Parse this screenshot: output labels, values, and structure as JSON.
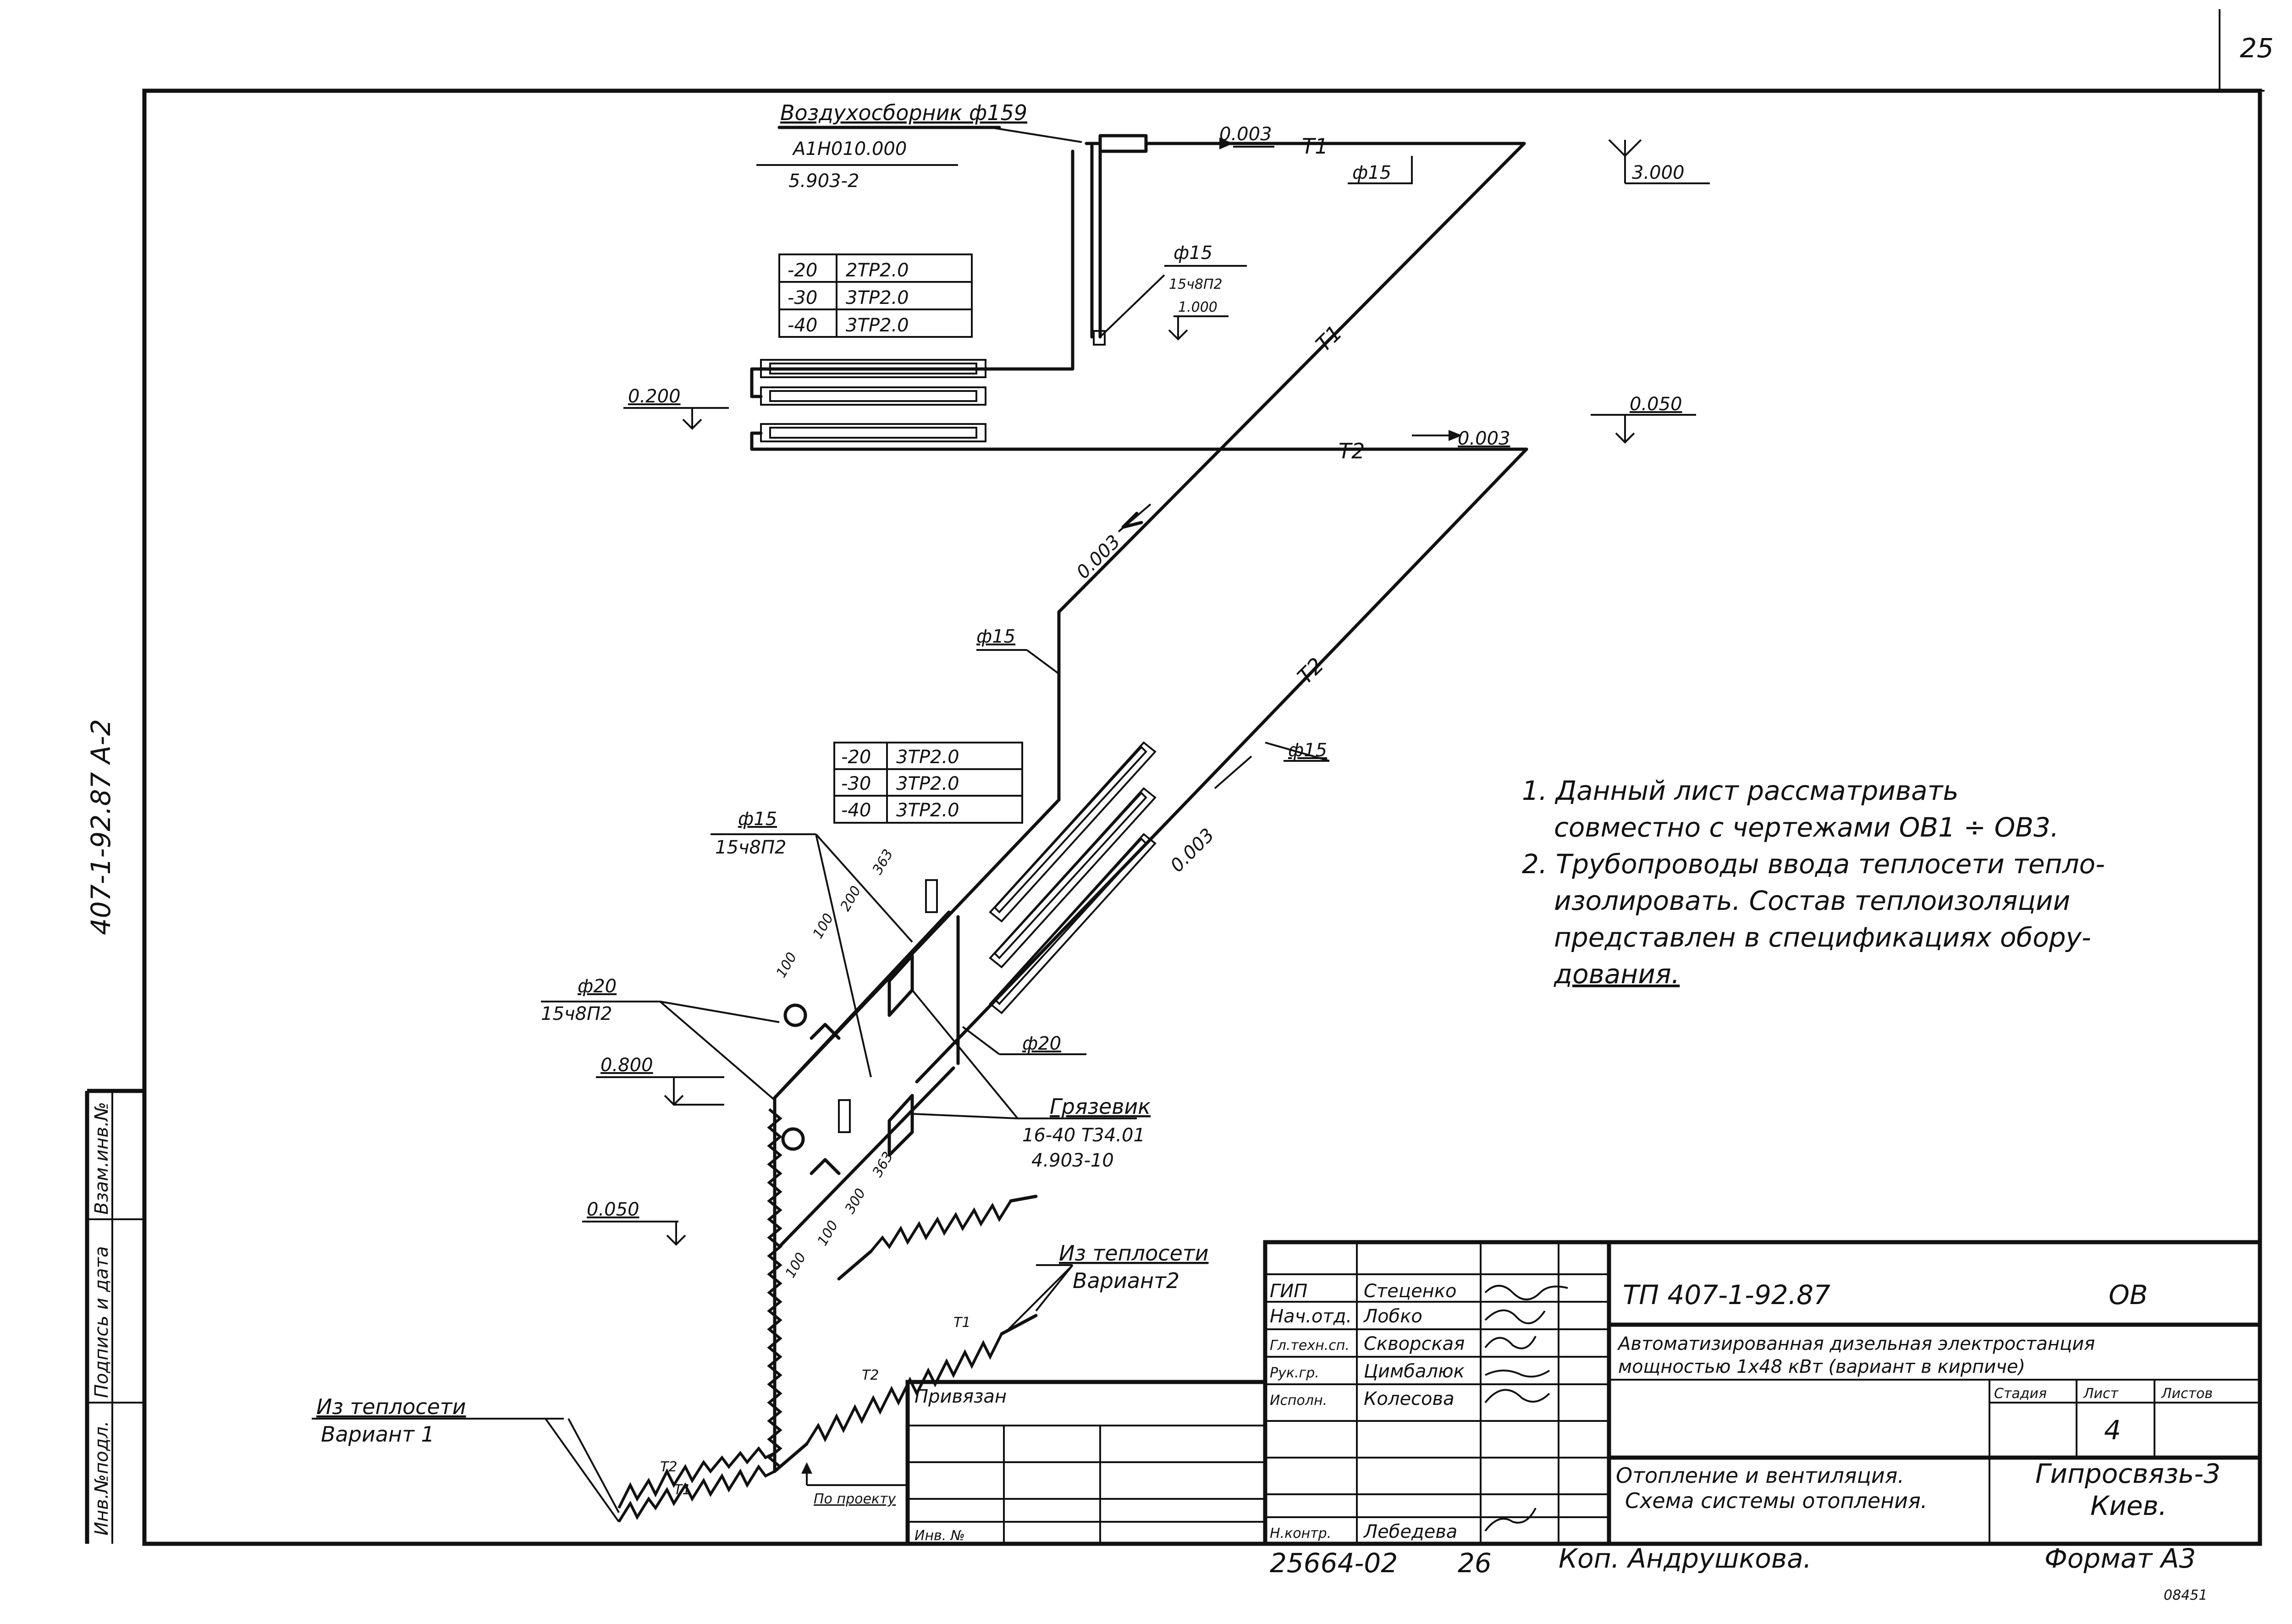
{
  "page": {
    "sheet_corner": "25",
    "doc_side": "407-1-92.87   А-2",
    "side_cells": [
      "Инв.№подл.",
      "Подпись и дата",
      "Взам.инв.№"
    ]
  },
  "labels": {
    "air_collector": "Воздухосборник ф159",
    "air_code1": "А1Н010.000",
    "air_code2": "5.903-2",
    "slope_top": "0.003",
    "t1": "Т1",
    "t2": "Т2",
    "d15": "ф15",
    "d20": "ф20",
    "mark_3000": "3.000",
    "valve_d15": "ф15",
    "valve_code": "15ч8П2",
    "mark_1000": "1.000",
    "mark_0200": "0.200",
    "mark_0050_top": "0.050",
    "slope_t2": "0.003",
    "slope_diag": "0.003",
    "mark_0800": "0.800",
    "mark_0050_low": "0.050",
    "dirt_trap": "Грязевик",
    "dirt_code1": "16-40 Т34.01",
    "dirt_code2": "4.903-10",
    "valve2_d": "ф15",
    "valve2_code": "15ч8П2",
    "valve3_d": "ф20",
    "valve3_code": "15ч8П2",
    "dims_up": [
      "100",
      "100",
      "200",
      "363"
    ],
    "dims_low": [
      "100",
      "100",
      "300",
      "363"
    ],
    "from_network2": "Из теплосети",
    "variant2": "Вариант2",
    "from_network1": "Из теплосети",
    "variant1": "Вариант 1",
    "to_project": "По проекту"
  },
  "radiator_tables": [
    [
      [
        "-20",
        "2ТР2.0"
      ],
      [
        "-30",
        "3ТР2.0"
      ],
      [
        "-40",
        "3ТР2.0"
      ]
    ],
    [
      [
        "-20",
        "3ТР2.0"
      ],
      [
        "-30",
        "3ТР2.0"
      ],
      [
        "-40",
        "3ТР2.0"
      ]
    ]
  ],
  "notes": [
    "1. Данный лист рассматривать",
    "совместно с чертежами ОВ1 ÷ ОВ3.",
    "2. Трубопроводы ввода теплосети тепло-",
    "изолировать. Состав теплоизоляции",
    "представлен в спецификациях обору-",
    "дования."
  ],
  "title_block": {
    "doc_number": "ТП 407-1-92.87",
    "section": "ОВ",
    "roles": [
      "ГИП",
      "Нач.отд.",
      "Гл.техн.сп.",
      "Рук.гр.",
      "Исполн.",
      "Н.контр."
    ],
    "names": [
      "Стеценко",
      "Лобко",
      "Скворская",
      "Цимбалюк",
      "Колесова",
      "Лебедева"
    ],
    "project_title1": "Автоматизированная дизельная электростанция",
    "project_title2": "мощностью 1х48 кВт (вариант в кирпиче)",
    "stage_label": "Стадия",
    "sheet_label": "Лист",
    "sheets_label": "Листов",
    "sheet_value": "4",
    "drawing_title1": "Отопление и вентиляция.",
    "drawing_title2": "Схема системы отопления.",
    "org1": "Гипросвязь-3",
    "org2": "Киев.",
    "bound": "Привязан",
    "inv": "Инв. №",
    "format_label": "Формат А3",
    "bottom_left": "25664-02",
    "bottom_num": "26",
    "copied_by": "Коп. Андрушкова.",
    "bottom_right_mark": "08451"
  },
  "colors": {
    "ink": "#111111",
    "paper": "#ffffff"
  }
}
